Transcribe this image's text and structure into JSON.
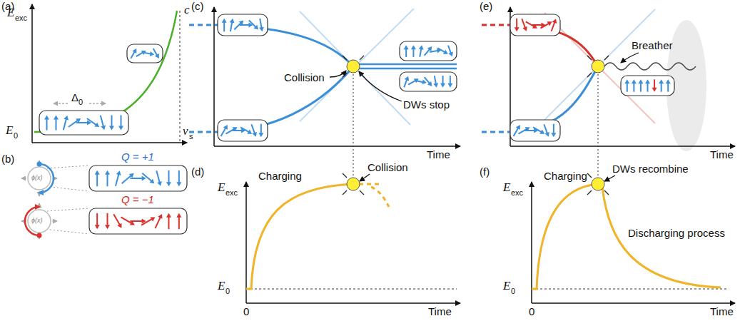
{
  "diagram": {
    "labels": [
      "(a)",
      "E",
      "exc",
      "Δ",
      "0",
      "E",
      "0",
      "c",
      "v",
      "s",
      "(b)",
      "ϕ(x)",
      "ϕ(x)",
      "Q = +1",
      "Q = −1",
      "(c)",
      "Collision",
      "DWs stop",
      "Time",
      "(d)",
      "E",
      "exc",
      "Charging",
      "Collision",
      "E",
      "0",
      "Time",
      "0",
      "(e)",
      "Breather",
      "Time",
      "(f)",
      "E",
      "exc",
      "Charging",
      "DWs recombine",
      "Discharging process",
      "E",
      "0",
      "Time",
      "0"
    ]
  }
}
